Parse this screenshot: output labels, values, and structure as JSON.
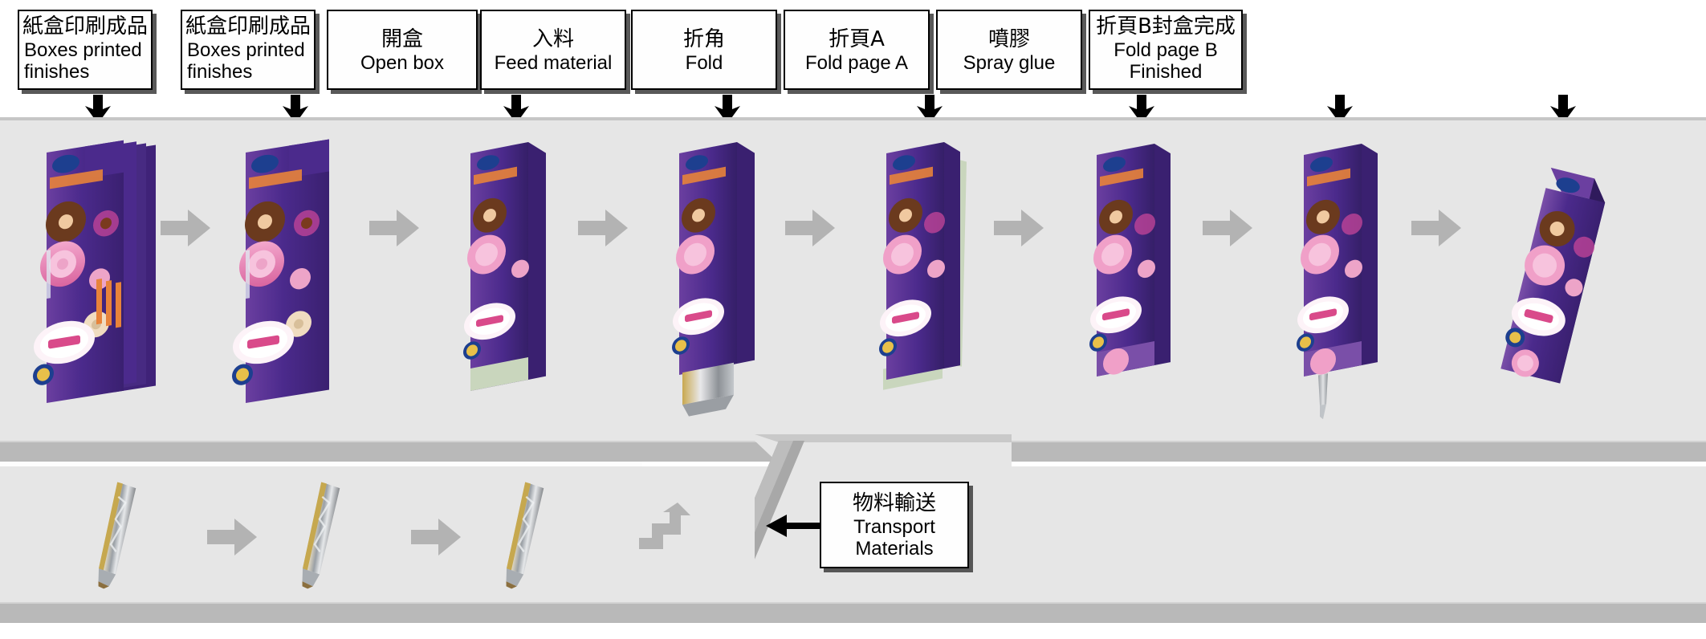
{
  "diagram": {
    "title": "Carton packaging line process flow",
    "colors": {
      "belt_surface": "#e6e6e6",
      "belt_edge": "#b9b9b9",
      "arrow_gray": "#b3b3b3",
      "arrow_black": "#000000",
      "box_fill": "#fefefe",
      "box_border": "#000000",
      "carton_purple": "#4b2a8c",
      "carton_pink": "#e87fb5",
      "sachet_silver": "#b9bcc0",
      "sachet_gold": "#c6a84f",
      "flap_green": "#c9d6bd"
    }
  },
  "process_labels": [
    {
      "cn": "紙盒印刷成品",
      "en_line1": "Boxes printed",
      "en_line2": "finishes",
      "align": "left"
    },
    {
      "cn": "紙盒印刷成品",
      "en_line1": "Boxes printed",
      "en_line2": "finishes",
      "align": "left"
    },
    {
      "cn": "開盒",
      "en_line1": "Open box",
      "en_line2": "",
      "align": "center"
    },
    {
      "cn": "入料",
      "en_line1": "Feed material",
      "en_line2": "",
      "align": "center"
    },
    {
      "cn": "折角",
      "en_line1": "Fold",
      "en_line2": "",
      "align": "center"
    },
    {
      "cn": "折頁A",
      "en_line1": "Fold page A",
      "en_line2": "",
      "align": "center"
    },
    {
      "cn": "噴膠",
      "en_line1": "Spray glue",
      "en_line2": "",
      "align": "center"
    },
    {
      "cn": "折頁B封盒完成",
      "en_line1": "Fold page B",
      "en_line2": "Finished",
      "align": "center"
    }
  ],
  "transport_label": {
    "cn": "物料輸送",
    "en_line1": "Transport",
    "en_line2": "Materials"
  },
  "stages": {
    "upper_count": 8,
    "lower_count": 3,
    "upper_arrow_count": 7,
    "lower_arrow_count": 2,
    "step_arrow_count": 1
  }
}
